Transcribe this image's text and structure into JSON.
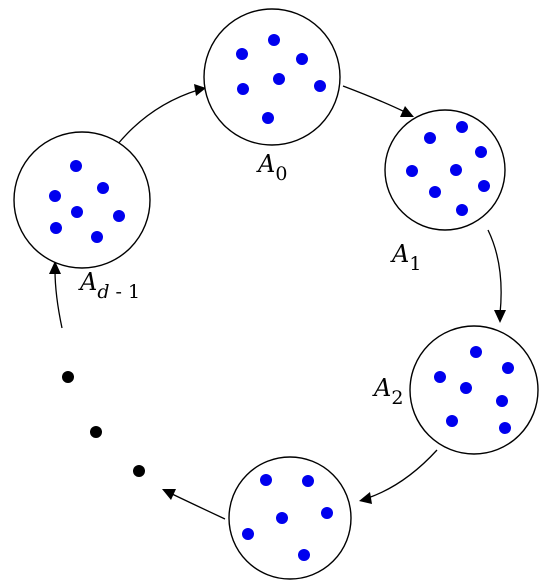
{
  "colors": {
    "element_dot": "#0000ee",
    "outline": "#000000",
    "background": "#ffffff"
  },
  "labels": {
    "a0": {
      "base": "A",
      "sub": "0"
    },
    "a1": {
      "base": "A",
      "sub": "1"
    },
    "a2": {
      "base": "A",
      "sub": "2"
    },
    "ad1": {
      "base": "A",
      "sub_var": "d",
      "sub_rest": " - 1"
    }
  }
}
